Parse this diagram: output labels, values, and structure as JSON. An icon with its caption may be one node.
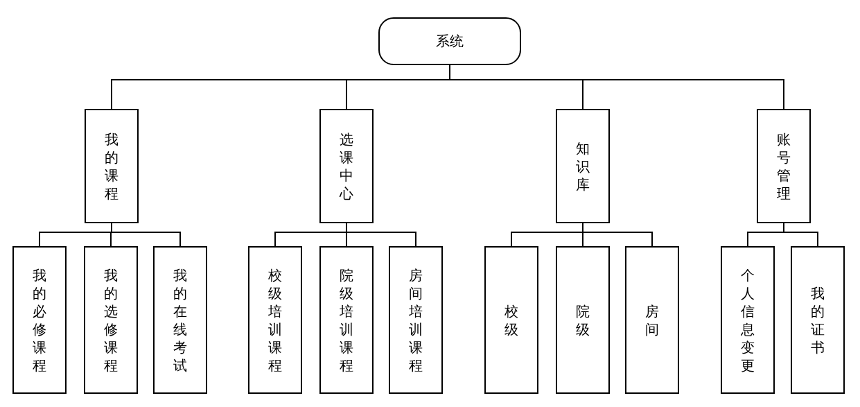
{
  "diagram": {
    "nodes": [
      {
        "text": [
          "系统"
        ]
      },
      {
        "text": [
          "我的课程"
        ]
      },
      {
        "text": [
          "选课中心"
        ]
      },
      {
        "text": [
          "知识库"
        ]
      },
      {
        "text": [
          "账号管理"
        ]
      },
      {
        "text": [
          "我的必修课程"
        ]
      },
      {
        "text": [
          "我的选修课程"
        ]
      },
      {
        "text": [
          "我的在线考试"
        ]
      },
      {
        "text": [
          "校级培训课程"
        ]
      },
      {
        "text": [
          "院级培训课程"
        ]
      },
      {
        "text": [
          "房间培训课程"
        ]
      },
      {
        "text": [
          "校级"
        ]
      },
      {
        "text": [
          "院级"
        ]
      },
      {
        "text": [
          "房间"
        ]
      },
      {
        "text": [
          "个人信息变更"
        ]
      },
      {
        "text": [
          "我的证书"
        ]
      }
    ],
    "edges": [
      {
        "from": 0,
        "to": 1,
        "arrow": "none"
      },
      {
        "from": 0,
        "to": 2,
        "arrow": "none"
      },
      {
        "from": 0,
        "to": 3,
        "arrow": "none"
      },
      {
        "from": 0,
        "to": 4,
        "arrow": "none"
      },
      {
        "from": 1,
        "to": 5,
        "arrow": "none"
      },
      {
        "from": 1,
        "to": 6,
        "arrow": "none"
      },
      {
        "from": 1,
        "to": 7,
        "arrow": "none"
      },
      {
        "from": 2,
        "to": 8,
        "arrow": "none"
      },
      {
        "from": 2,
        "to": 9,
        "arrow": "none"
      },
      {
        "from": 2,
        "to": 10,
        "arrow": "none"
      },
      {
        "from": 3,
        "to": 11,
        "arrow": "none"
      },
      {
        "from": 3,
        "to": 12,
        "arrow": "none"
      },
      {
        "from": 3,
        "to": 13,
        "arrow": "none"
      },
      {
        "from": 4,
        "to": 14,
        "arrow": "none"
      },
      {
        "from": 4,
        "to": 15,
        "arrow": "none"
      }
    ]
  }
}
